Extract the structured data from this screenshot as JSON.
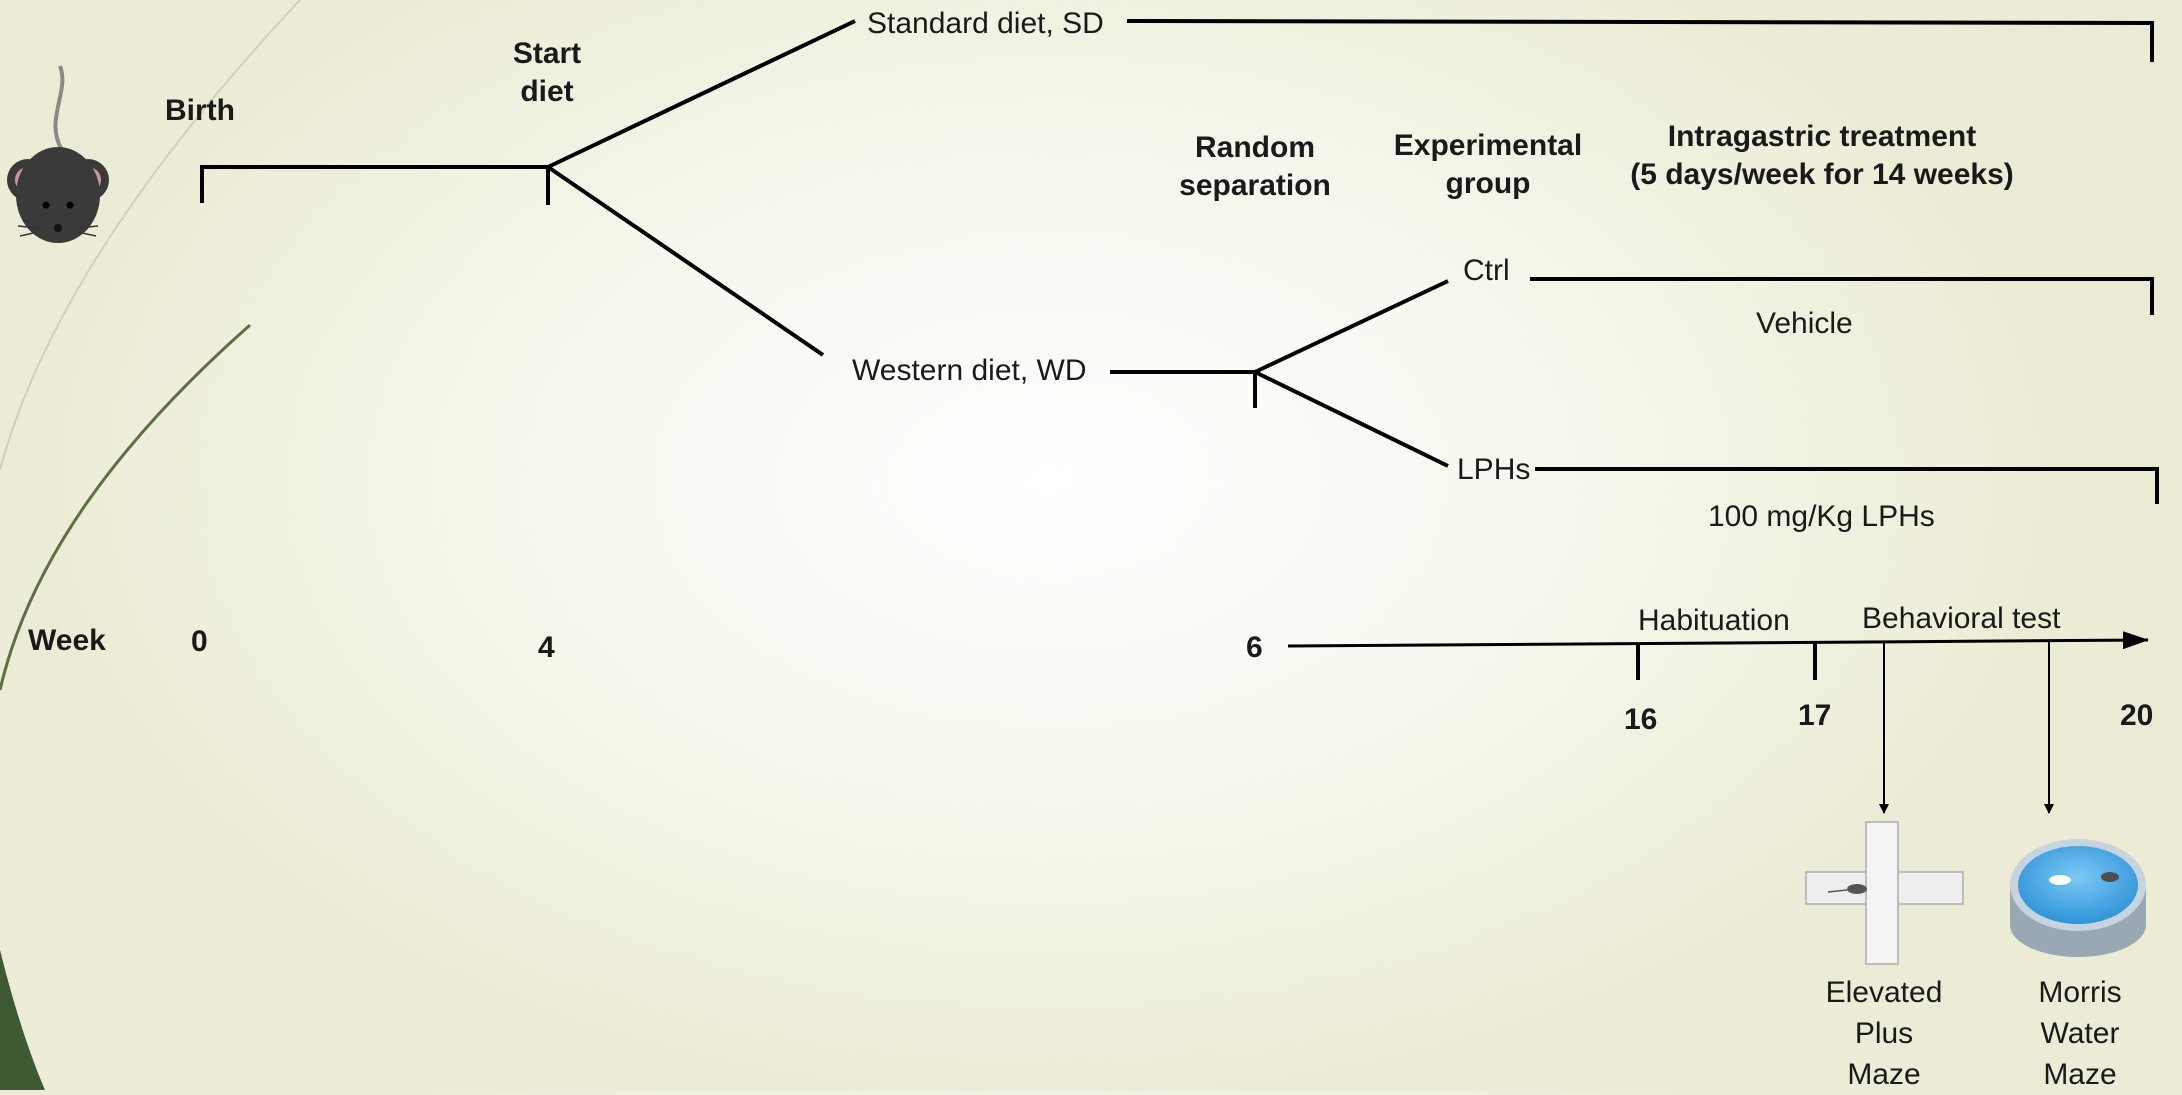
{
  "stages": {
    "birth": "Birth",
    "start_diet": [
      "Start",
      "diet"
    ],
    "random_separation": [
      "Random",
      "separation"
    ],
    "experimental_group": [
      "Experimental",
      "group"
    ],
    "intragastric_treatment": [
      "Intragastric treatment",
      "(5 days/week for 14 weeks)"
    ]
  },
  "diets": {
    "standard": "Standard diet, SD",
    "western": "Western diet, WD"
  },
  "groups": {
    "ctrl": "Ctrl",
    "lphs": "LPHs"
  },
  "treatments": {
    "vehicle": "Vehicle",
    "lphs_dose": "100 mg/Kg LPHs"
  },
  "timeline": {
    "label": "Week",
    "weeks": {
      "w0": "0",
      "w4": "4",
      "w6": "6",
      "w16": "16",
      "w17": "17",
      "w20": "20"
    },
    "phases": {
      "habituation": "Habituation",
      "behavioral": "Behavioral test"
    }
  },
  "tests": {
    "epm": [
      "Elevated",
      "Plus",
      "Maze"
    ],
    "mwm": [
      "Morris",
      "Water",
      "Maze"
    ]
  },
  "icons": [
    "mouse-icon",
    "elevated-plus-maze-icon",
    "morris-water-maze-icon"
  ],
  "colors": {
    "line": "#000000",
    "water": "#4aa9e6",
    "accent_green": "#5d7042"
  }
}
